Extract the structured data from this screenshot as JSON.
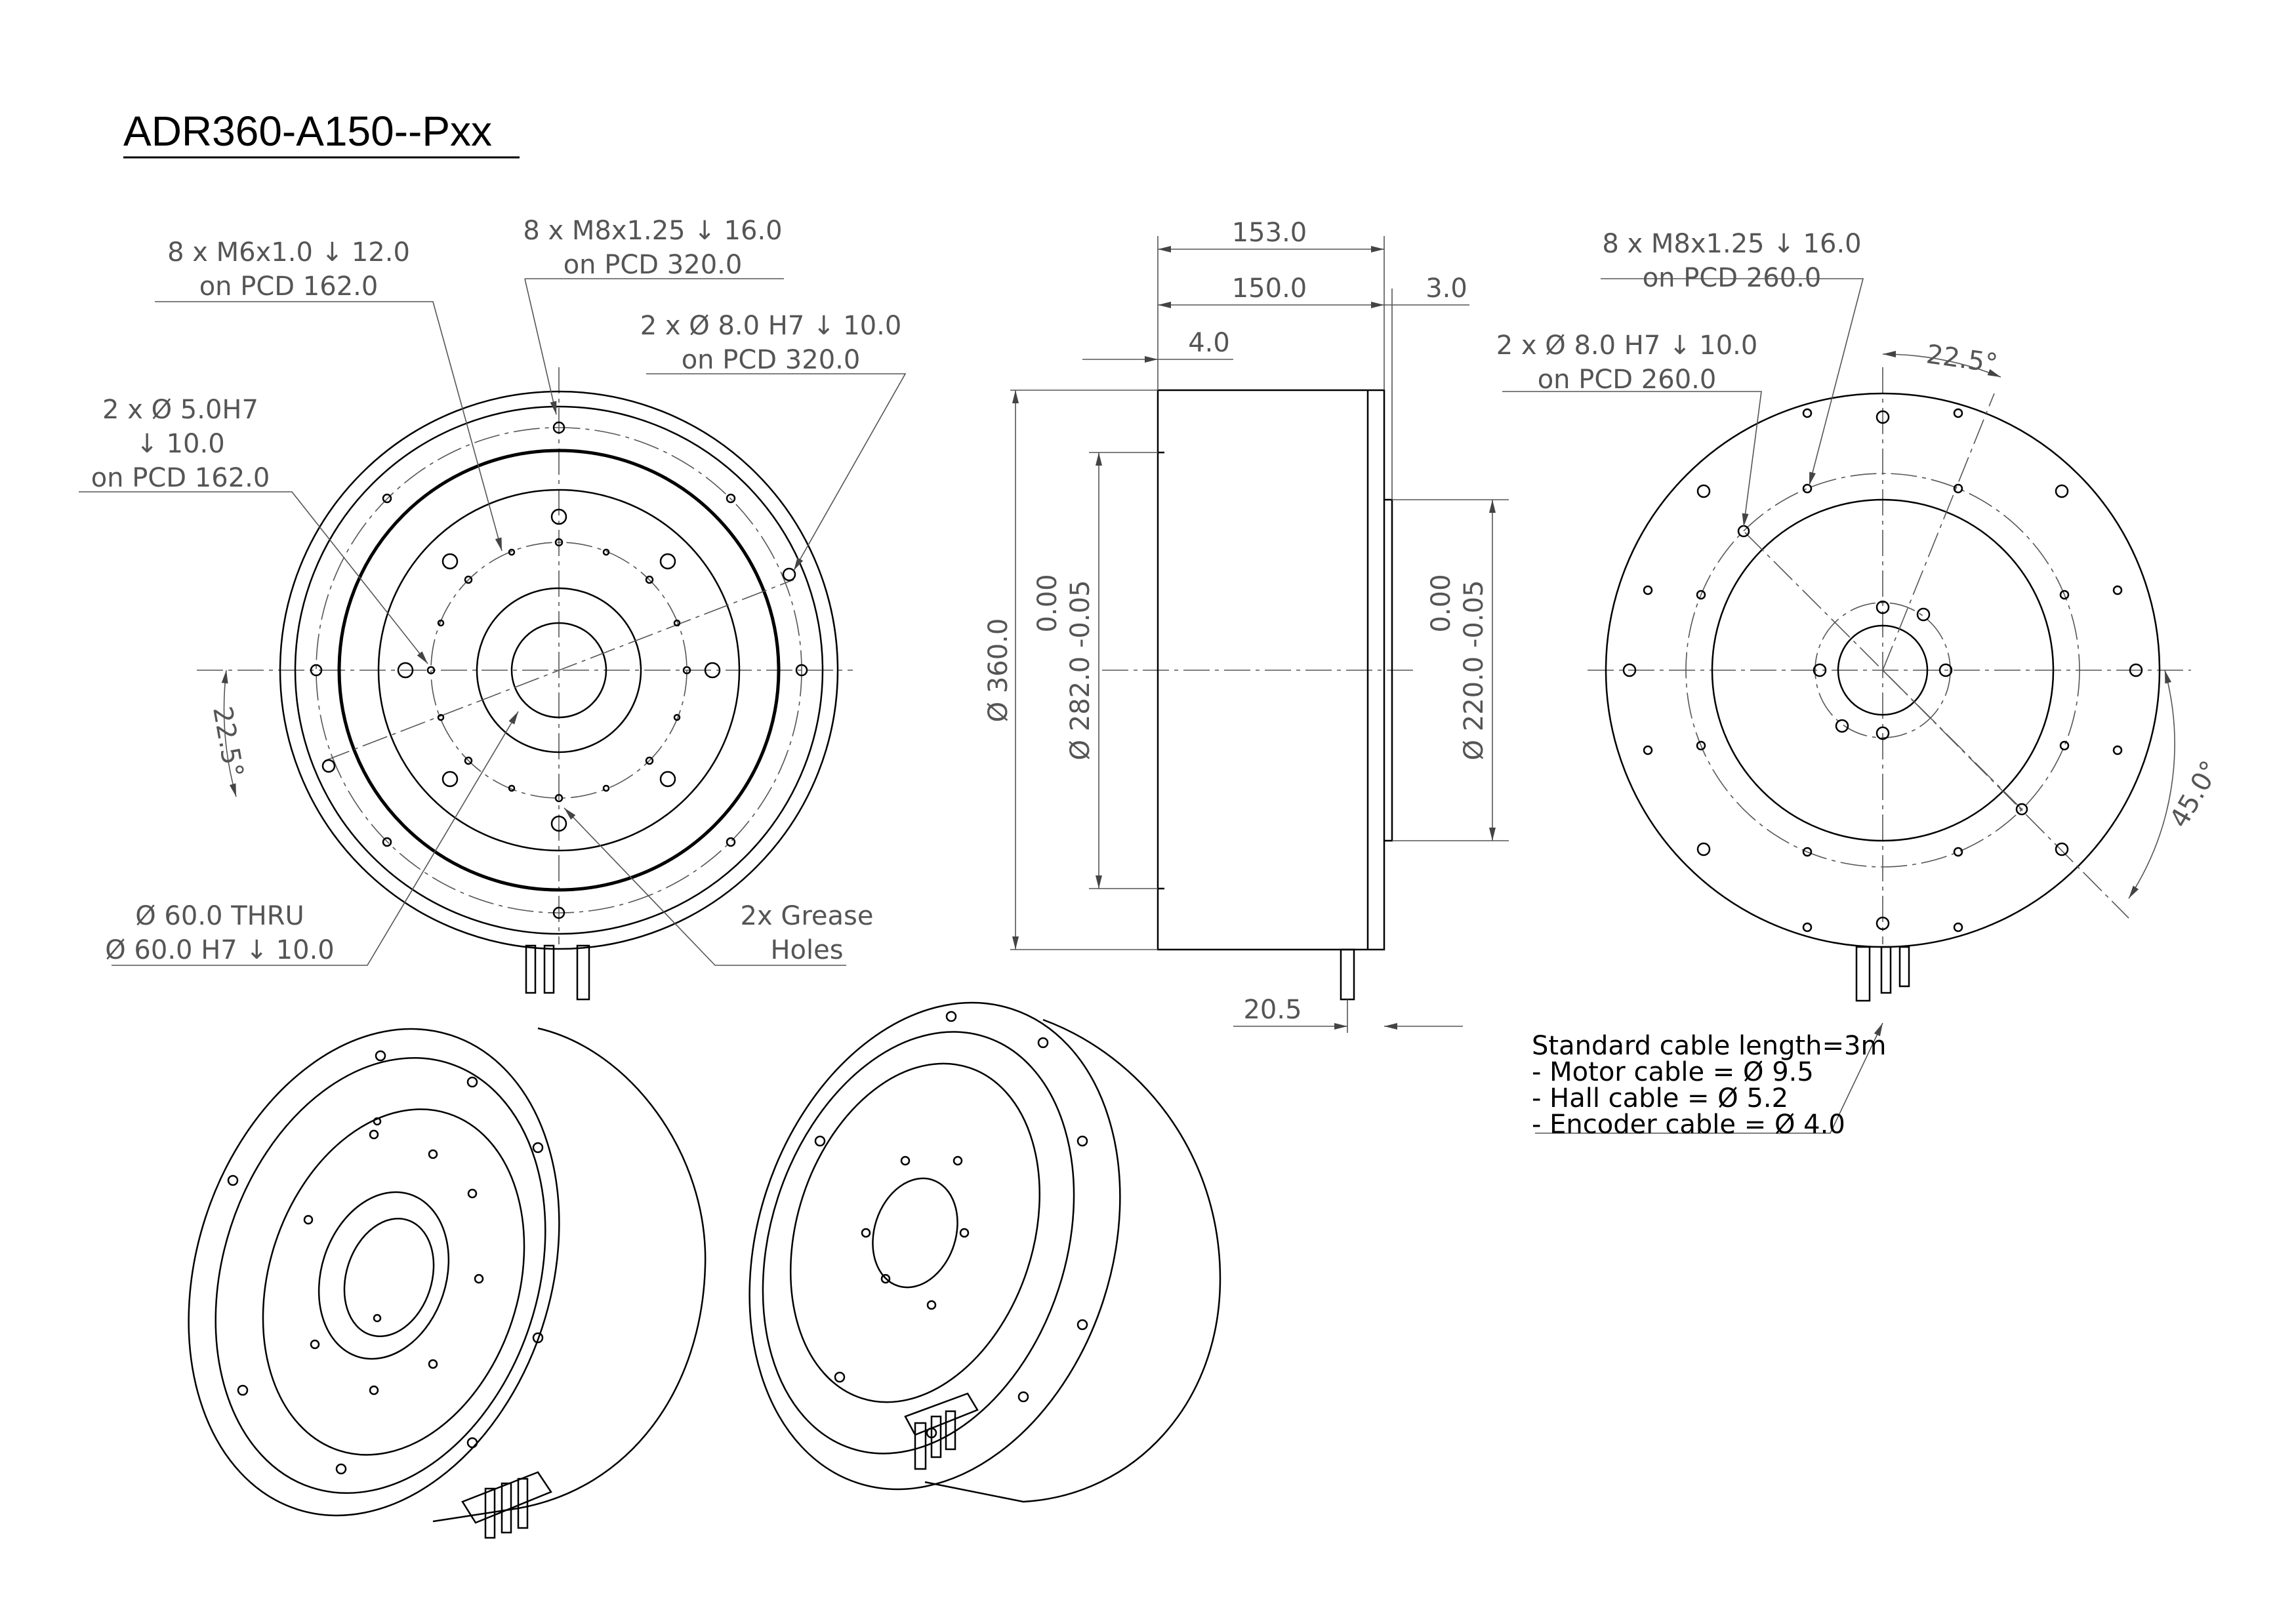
{
  "drawing": {
    "title": "ADR360-A150--Pxx"
  },
  "front_view": {
    "callout_m6": [
      "8 x M6x1.0 ↓ 12.0",
      "on PCD 162.0"
    ],
    "callout_m8": [
      "8 x M8x1.25 ↓ 16.0",
      "on PCD 320.0"
    ],
    "callout_pin8": [
      "2 x Ø 8.0 H7 ↓ 10.0",
      "on PCD 320.0"
    ],
    "callout_pin5": [
      "2 x  Ø  5.0H7",
      "↓ 10.0",
      "on PCD 162.0"
    ],
    "angle": "22.5°",
    "callout_bore": [
      "Ø 60.0 THRU",
      "Ø 60.0 H7 ↓ 10.0"
    ],
    "callout_grease": [
      "2x Grease",
      "Holes"
    ]
  },
  "side_view": {
    "dim_overall": "153.0",
    "dim_body": "150.0",
    "dim_flange": "3.0",
    "dim_step": "4.0",
    "dim_dia_outer": "Ø 360.0",
    "dim_dia_pilot_left": "Ø 282.0 -0.05",
    "tol_left": "0.00",
    "dim_dia_pilot_right": "Ø 220.0 -0.05",
    "tol_right": "0.00",
    "dim_cable": "20.5"
  },
  "rear_view": {
    "callout_m8": [
      "8 x M8x1.25 ↓ 16.0",
      "on PCD 260.0"
    ],
    "callout_pin8": [
      "2 x Ø 8.0 H7 ↓ 10.0",
      "on PCD 260.0"
    ],
    "angle_top": "22.5°",
    "angle_side": "45.0°",
    "cable_note": [
      "Standard cable length=3m",
      "- Motor cable = Ø 9.5",
      "- Hall cable = Ø 5.2",
      "- Encoder cable = Ø 4.0"
    ]
  }
}
